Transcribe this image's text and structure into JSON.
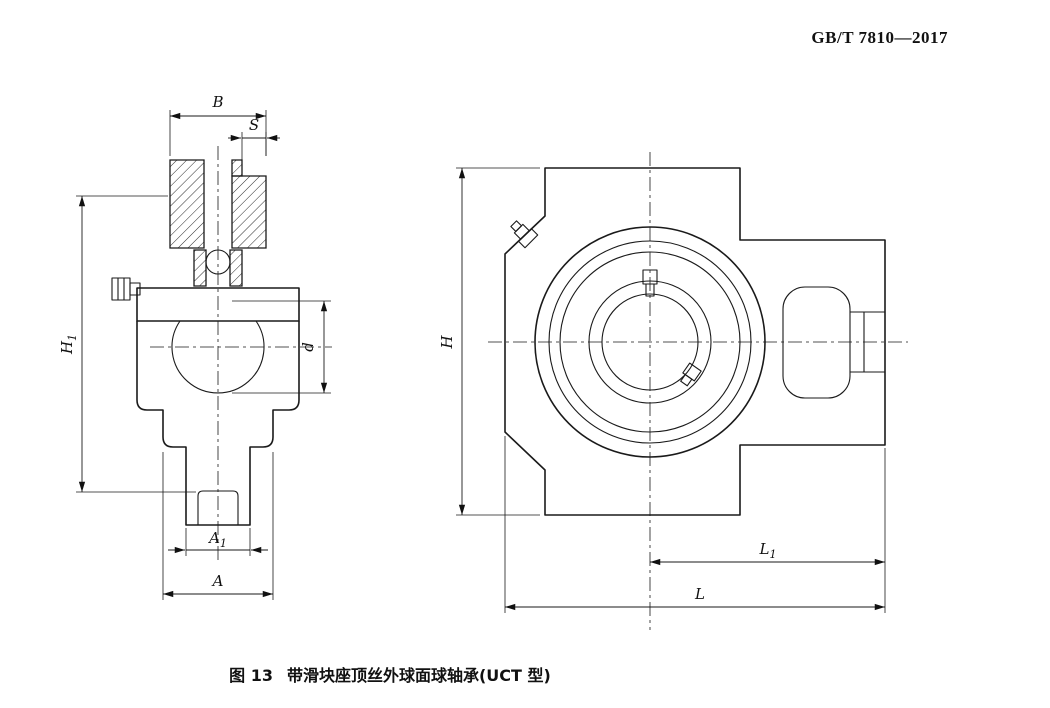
{
  "page": {
    "header": "GB/T 7810—2017",
    "background_color": "#ffffff",
    "line_color": "#1a1a1a"
  },
  "figure": {
    "number_label": "图 13",
    "title": "带滑块座顶丝外球面球轴承(UCT 型)",
    "type": "technical-drawing",
    "views": [
      "side-section-view",
      "front-view"
    ]
  },
  "dimensions": {
    "left_view": {
      "B": "B",
      "S": "S",
      "H1": {
        "main": "H",
        "sub": "1"
      },
      "d": "d",
      "A1": {
        "main": "A",
        "sub": "1"
      },
      "A": "A"
    },
    "right_view": {
      "H": "H",
      "L1": {
        "main": "L",
        "sub": "1"
      },
      "L": "L"
    }
  }
}
